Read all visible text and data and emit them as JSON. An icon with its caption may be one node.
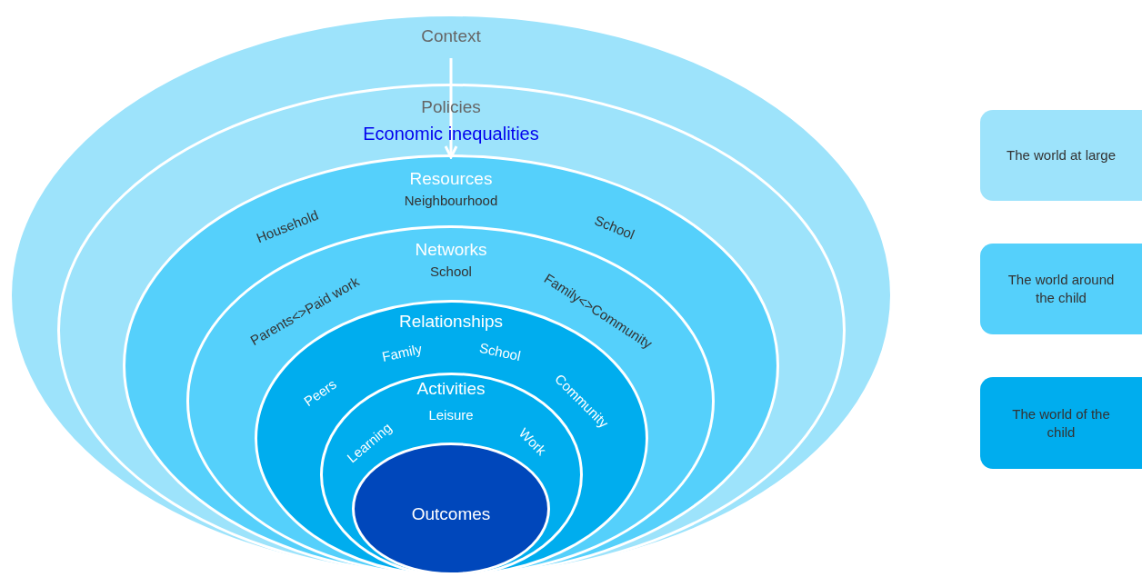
{
  "diagram": {
    "nodes": [
      {
        "text": [
          "Context"
        ]
      },
      {
        "text": [
          "Policies",
          "Economic inequalities"
        ],
        "in": 0
      },
      {
        "text": [
          "Resources",
          "Neighbourhood"
        ],
        "in": 1
      },
      {
        "text": [
          "Networks",
          "School"
        ],
        "in": 2
      },
      {
        "text": [
          "Relationships",
          "Family",
          "School",
          "Peers"
        ],
        "in": 3
      },
      {
        "text": [
          "Activities",
          "Leisure",
          "Work"
        ],
        "in": 4
      },
      {
        "text": [
          "Outcomes"
        ],
        "in": 5
      },
      {
        "text": [
          "The world at large"
        ]
      },
      {
        "text": [
          "The world around the child"
        ]
      },
      {
        "text": [
          "The world of the child"
        ]
      }
    ],
    "edges": [
      {
        "from": 0,
        "to": 2,
        "arrow": "to",
        "color": "#ffffff"
      }
    ],
    "labels": [
      "Household",
      "School",
      "Parents<>Paid work",
      "Family<>Community",
      "Community",
      "Learning"
    ]
  }
}
